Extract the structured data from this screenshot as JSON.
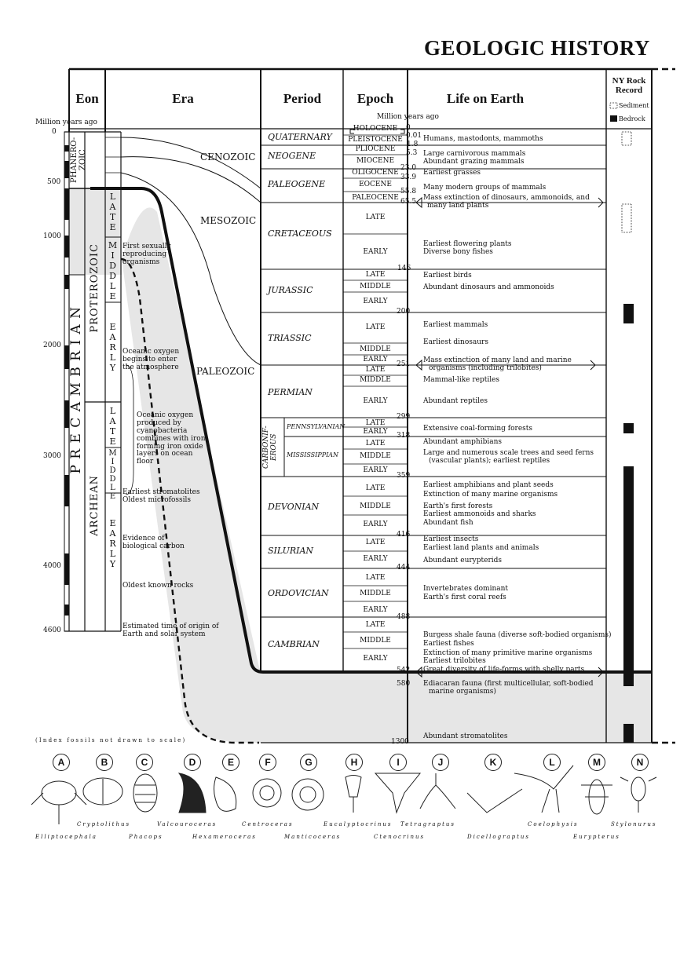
{
  "title": "GEOLOGIC HISTORY",
  "headers": {
    "eon": "Eon",
    "era": "Era",
    "period": "Period",
    "epoch": "Epoch",
    "life": "Life on Earth",
    "rock": "NY Rock Record"
  },
  "legend": {
    "sediment": "Sediment",
    "bedrock": "Bedrock"
  },
  "mya_left": "Million years ago",
  "mya_right": "Million years ago",
  "left_ticks": [
    "0",
    "500",
    "1000",
    "2000",
    "3000",
    "4000",
    "4600"
  ],
  "eons": {
    "phanerozoic": "PHANERO-ZOIC",
    "precambrian": "P R E C A M B R I A N",
    "proterozoic": "PROTEROZOIC",
    "archean": "ARCHEAN"
  },
  "subdivs": {
    "late1": "LATE",
    "middle1": "MIDDLE",
    "early1": "EARLY",
    "late2": "LATE",
    "middle2": "MIDDLE",
    "early2": "EARLY"
  },
  "eras": {
    "cenozoic": "CENOZOIC",
    "mesozoic": "MESOZOIC",
    "paleozoic": "PALEOZOIC"
  },
  "pre_notes": [
    "First sexually reproducing organisms",
    "Oceanic oxygen begins to enter the atmosphere",
    "Oceanic oxygen produced by cyanobacteria combines with iron, forming iron oxide layers on ocean floor",
    "Earliest stromatolites",
    "Oldest microfossils",
    "Evidence of biological carbon",
    "Oldest known rocks",
    "Estimated time of origin of Earth and solar system"
  ],
  "periods": [
    "QUATERNARY",
    "NEOGENE",
    "PALEOGENE",
    "CRETACEOUS",
    "JURASSIC",
    "TRIASSIC",
    "PERMIAN",
    "CARBONIF-EROUS",
    "PENNSYLVANIAN",
    "MISSISSIPPIAN",
    "DEVONIAN",
    "SILURIAN",
    "ORDOVICIAN",
    "CAMBRIAN"
  ],
  "epochs": [
    "HOLOCENE",
    "PLEISTOCENE",
    "PLIOCENE",
    "MIOCENE",
    "OLIGOCENE",
    "EOCENE",
    "PALEOCENE",
    "LATE",
    "EARLY",
    "LATE",
    "MIDDLE",
    "EARLY",
    "LATE",
    "MIDDLE",
    "EARLY",
    "LATE",
    "MIDDLE",
    "EARLY",
    "LATE",
    "EARLY",
    "LATE",
    "MIDDLE",
    "EARLY",
    "LATE",
    "MIDDLE",
    "EARLY",
    "LATE",
    "EARLY",
    "LATE",
    "MIDDLE",
    "EARLY",
    "LATE",
    "MIDDLE",
    "EARLY"
  ],
  "right_ticks": [
    "0",
    "0.01",
    "1.8",
    "5.3",
    "23.0",
    "33.9",
    "55.8",
    "65.5",
    "146",
    "200",
    "251",
    "299",
    "318",
    "359",
    "416",
    "444",
    "488",
    "542",
    "580",
    "1300"
  ],
  "life": [
    "Humans, mastodonts, mammoths",
    "Large carnivorous mammals",
    "Abundant grazing mammals",
    "Earliest grasses",
    "Many modern groups of mammals",
    "Mass extinction of dinosaurs, ammonoids, and",
    "many land plants",
    "Earliest flowering plants",
    "Diverse bony fishes",
    "Earliest birds",
    "Abundant dinosaurs and ammonoids",
    "Earliest mammals",
    "Earliest dinosaurs",
    "Mass extinction of many land and marine",
    "organisms (including trilobites)",
    "Mammal-like reptiles",
    "Abundant reptiles",
    "Extensive coal-forming forests",
    "Abundant amphibians",
    "Large and numerous scale trees and seed ferns",
    "(vascular plants); earliest reptiles",
    "Earliest amphibians and plant seeds",
    "Extinction of many marine organisms",
    "Earth's first forests",
    "Earliest ammonoids and sharks",
    "Abundant fish",
    "Earliest insects",
    "Earliest land plants and animals",
    "Abundant eurypterids",
    "Invertebrates dominant",
    "Earth's first coral reefs",
    "Burgess shale fauna (diverse soft-bodied organisms)",
    "Earliest fishes",
    "Extinction of many primitive marine organisms",
    "Earliest trilobites",
    "Great diversity of life-forms with shelly parts",
    "Ediacaran fauna (first multicellular, soft-bodied",
    "marine organisms)",
    "Abundant stromatolites"
  ],
  "fossil_note": "(Index fossils not drawn to scale)",
  "fossils": [
    {
      "letter": "A",
      "name": "Elliptocephala"
    },
    {
      "letter": "B",
      "name": "Cryptolithus"
    },
    {
      "letter": "C",
      "name": "Phacops"
    },
    {
      "letter": "D",
      "name": "Valcouroceras"
    },
    {
      "letter": "E",
      "name": "Hexameroceras"
    },
    {
      "letter": "F",
      "name": "Centroceras"
    },
    {
      "letter": "G",
      "name": "Manticoceras"
    },
    {
      "letter": "H",
      "name": "Eucalyptocrinus"
    },
    {
      "letter": "I",
      "name": "Ctenocrinus"
    },
    {
      "letter": "J",
      "name": "Tetragraptus"
    },
    {
      "letter": "K",
      "name": "Dicellograptus"
    },
    {
      "letter": "L",
      "name": "Coelophysis"
    },
    {
      "letter": "M",
      "name": "Eurypterus"
    },
    {
      "letter": "N",
      "name": "Stylonurus"
    }
  ]
}
